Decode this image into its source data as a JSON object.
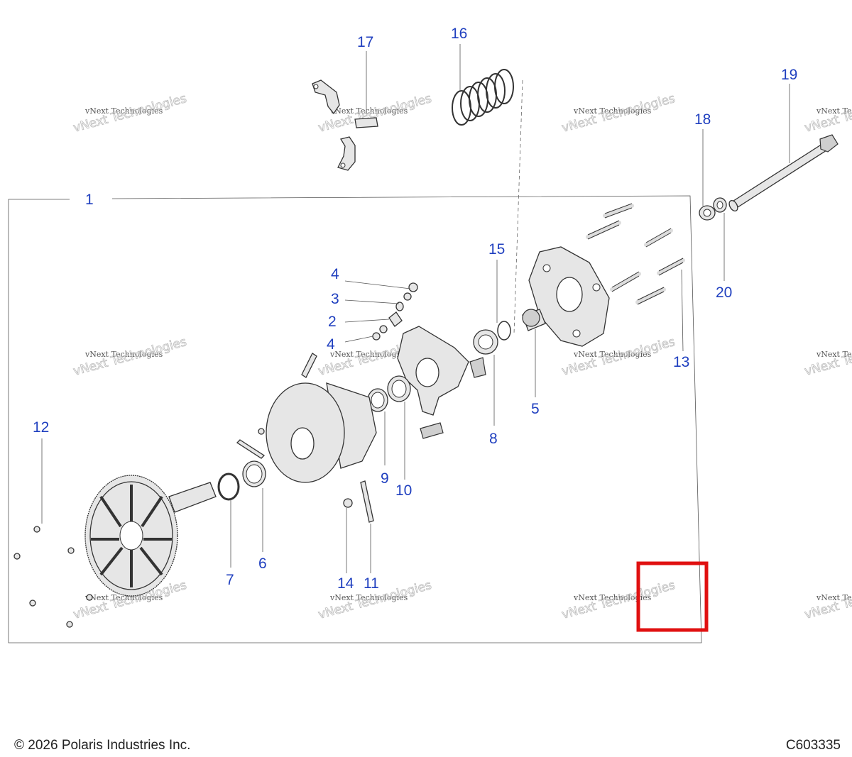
{
  "callouts": {
    "c1": "1",
    "c2": "2",
    "c3": "3",
    "c4a": "4",
    "c4b": "4",
    "c5": "5",
    "c6": "6",
    "c7": "7",
    "c8": "8",
    "c9": "9",
    "c10": "10",
    "c11": "11",
    "c12": "12",
    "c13": "13",
    "c14": "14",
    "c15": "15",
    "c16": "16",
    "c17": "17",
    "c18": "18",
    "c19": "19",
    "c20": "20"
  },
  "watermark": {
    "line1": "vNext Technologies",
    "line2": "vNext Technologies"
  },
  "footer": {
    "copyright": "© 2026 Polaris Industries Inc.",
    "figure_id": "C603335"
  },
  "colors": {
    "callout": "#1f3fbf",
    "highlight": "#e01010",
    "line": "#333333"
  }
}
